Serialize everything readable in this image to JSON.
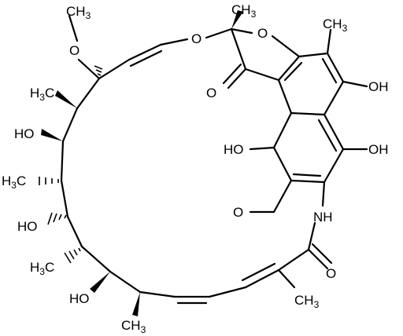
{
  "structure": {
    "type": "chemical-structure",
    "labels": {
      "methoxy_o": "O",
      "methoxy_me": "CH3",
      "ring_o1": "O",
      "ring_o2": "O",
      "me_top_center": "CH3",
      "me_top_right": "CH3",
      "ketone_o": "O",
      "oh_right_1": "OH",
      "oh_right_2": "OH",
      "oh_left_ar": "HO",
      "aldehyde_o": "O",
      "nh": "NH",
      "amide_o": "O",
      "me_left_1": "H3C",
      "oh_left_1": "HO",
      "me_left_2": "H3C",
      "oh_left_2": "HO",
      "me_left_3": "H3C",
      "oh_bottom": "HO",
      "me_bottom": "CH3",
      "me_amide": "CH3"
    }
  }
}
